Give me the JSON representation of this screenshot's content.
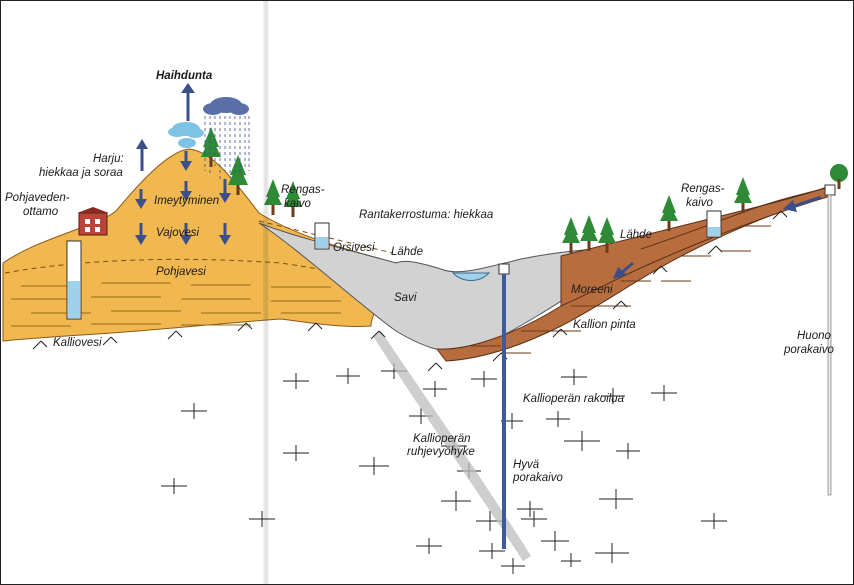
{
  "labels": {
    "evaporation": "Haihdunta",
    "ridge_line1": "Harju:",
    "ridge_line2": "hiekkaa ja soraa",
    "intake_line1": "Pohjaveden-",
    "intake_line2": "ottamo",
    "infiltration": "Imeytyminen",
    "vadose_water": "Vajovesi",
    "groundwater": "Pohjavesi",
    "bedrock_water": "Kalliovesi",
    "ring_well_left_line1": "Rengas-",
    "ring_well_left_line2": "kaivo",
    "shore_deposit": "Rantakerrostuma: hiekkaa",
    "perched_water": "Orsivesi",
    "spring_center": "Lähde",
    "clay": "Savi",
    "ring_well_right_line1": "Rengas-",
    "ring_well_right_line2": "kaivo",
    "spring_right": "Lähde",
    "moraine": "Moreeni",
    "bedrock_surface": "Kallion pinta",
    "bedrock_fracturing": "Kallioperän rakoilua",
    "fault_zone_line1": "Kallioperän",
    "fault_zone_line2": "ruhjevyöhyke",
    "good_well_line1": "Hyvä",
    "good_well_line2": "porakaivo",
    "bad_well_line1": "Huono",
    "bad_well_line2": "porakaivo"
  },
  "colors": {
    "sand": "#f0b84e",
    "sand_dark": "#d99a2e",
    "clay": "#d2d2d2",
    "moraine": "#b86d3e",
    "water": "#9fd2ea",
    "arrow": "#3d4f8a",
    "tree": "#2f8a37",
    "trunk": "#6a3c1c",
    "house": "#b8453a",
    "cloud": "#7ec3e6",
    "rain_cloud": "#5a6fa8"
  }
}
